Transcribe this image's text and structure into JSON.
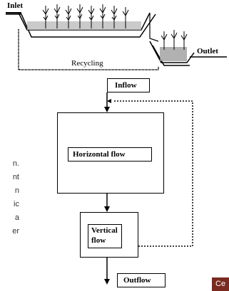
{
  "diagram": {
    "top_labels": {
      "inlet": "Inlet",
      "outlet": "Outlet",
      "recycling": "Recycling"
    },
    "flow_labels": {
      "inflow": "Inflow",
      "horizontal": "Horizontal flow",
      "vertical_line1": "Vertical",
      "vertical_line2": "flow",
      "outflow": "Outflow"
    }
  },
  "side_text_fragments": [
    "n.",
    "nt",
    "n",
    "ic",
    "a",
    "er"
  ],
  "corner_badge": {
    "text": "Ce",
    "color": "#7a2a1e"
  }
}
